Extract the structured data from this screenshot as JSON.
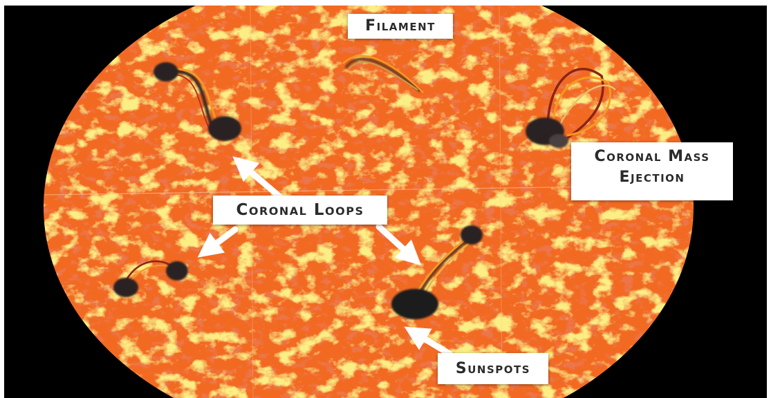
{
  "colors": {
    "background": "#000000",
    "frame": "#ffffff",
    "photosphere_base": "#f26a20",
    "photosphere_highlight": "#f7d63a",
    "photosphere_dark": "#d93a16",
    "sunspot": "#2a2424",
    "wire_orange": "#f59a22",
    "wire_red": "#b8321c",
    "label_bg": "#ffffff",
    "label_text": "#2b2b2b"
  },
  "labels": {
    "filament": "Filament",
    "coronal_loops": "Coronal Loops",
    "cme_line1": "Coronal Mass",
    "cme_line2": "Ejection",
    "sunspots": "Sunspots"
  }
}
